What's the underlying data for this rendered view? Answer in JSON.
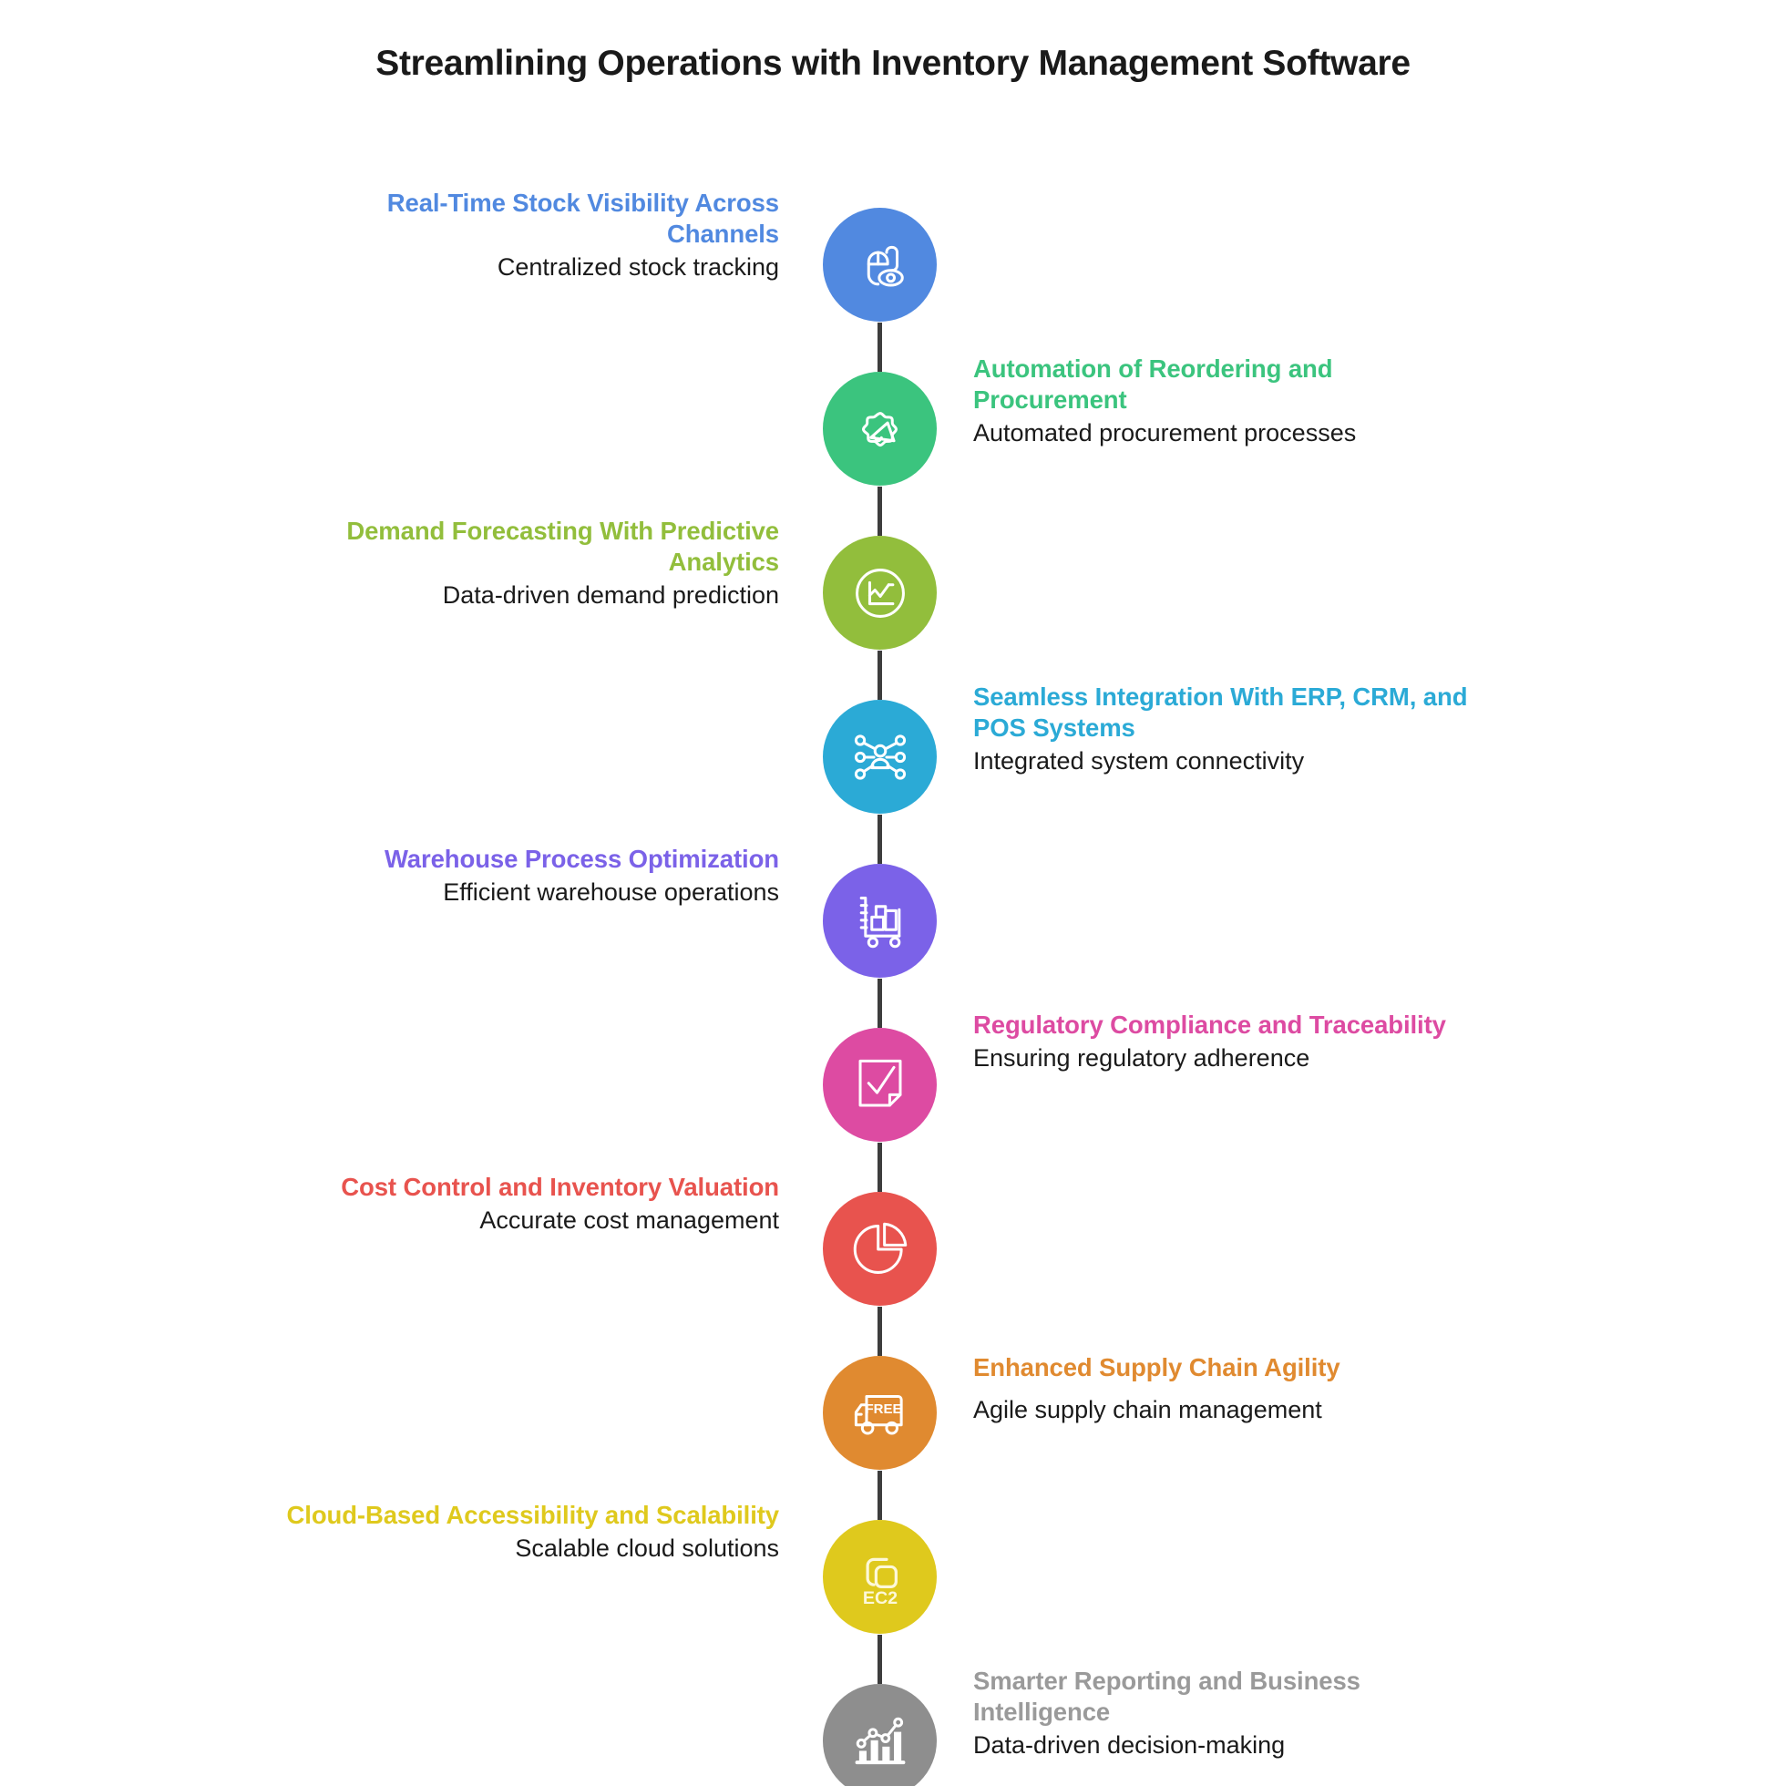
{
  "header": {
    "title": "Streamlining Operations with Inventory Management Software"
  },
  "colors": {
    "blue": "#5189E0",
    "green": "#3BC47E",
    "olive": "#92BE3C",
    "cyan": "#2BAAD6",
    "purple": "#7B62E8",
    "pink": "#DD4BA2",
    "red": "#E8534E",
    "orange": "#E08A30",
    "yellow": "#DFC91D",
    "gray": "#8E8E8E",
    "connector": "#3d3d3d",
    "description_text": "#1a1a1a",
    "title_text": "#1a1a1a"
  },
  "timeline": {
    "items": [
      {
        "index": 1,
        "side": "left",
        "title": "Real-Time Stock Visibility Across Channels",
        "description": "Centralized stock tracking",
        "color": "#5189E0",
        "icon": "mouse-eye-visibility-icon"
      },
      {
        "index": 2,
        "side": "right",
        "title": "Automation of Reordering and Procurement",
        "description": "Automated procurement processes",
        "color": "#3BC47E",
        "icon": "gear-megaphone-automation-icon"
      },
      {
        "index": 3,
        "side": "left",
        "title": "Demand Forecasting With Predictive Analytics",
        "description": "Data-driven demand prediction",
        "color": "#92BE3C",
        "icon": "line-chart-circle-icon"
      },
      {
        "index": 4,
        "side": "right",
        "title": "Seamless Integration With ERP, CRM, and POS Systems",
        "description": "Integrated system connectivity",
        "color": "#2BAAD6",
        "icon": "network-people-integration-icon"
      },
      {
        "index": 5,
        "side": "left",
        "title": "Warehouse Process Optimization",
        "description": "Efficient warehouse operations",
        "color": "#7B62E8",
        "icon": "warehouse-cart-boxes-icon"
      },
      {
        "index": 6,
        "side": "right",
        "title": "Regulatory Compliance and Traceability",
        "description": "Ensuring regulatory adherence",
        "color": "#DD4BA2",
        "icon": "document-checkmark-compliance-icon"
      },
      {
        "index": 7,
        "side": "left",
        "title": "Cost Control and Inventory Valuation",
        "description": "Accurate cost management",
        "color": "#E8534E",
        "icon": "pie-chart-icon"
      },
      {
        "index": 8,
        "side": "right",
        "title": "Enhanced Supply Chain Agility",
        "description": "Agile supply chain management",
        "color": "#E08A30",
        "icon": "free-delivery-truck-icon"
      },
      {
        "index": 9,
        "side": "left",
        "title": "Cloud-Based Accessibility and Scalability",
        "description": "Scalable cloud solutions",
        "color": "#DFC91D",
        "icon": "ec2-cloud-instance-icon",
        "icon_label": "EC2"
      },
      {
        "index": 10,
        "side": "right",
        "title": "Smarter Reporting and Business Intelligence",
        "description": "Data-driven decision-making",
        "color": "#8E8E8E",
        "icon": "bar-chart-trendline-icon"
      }
    ]
  }
}
